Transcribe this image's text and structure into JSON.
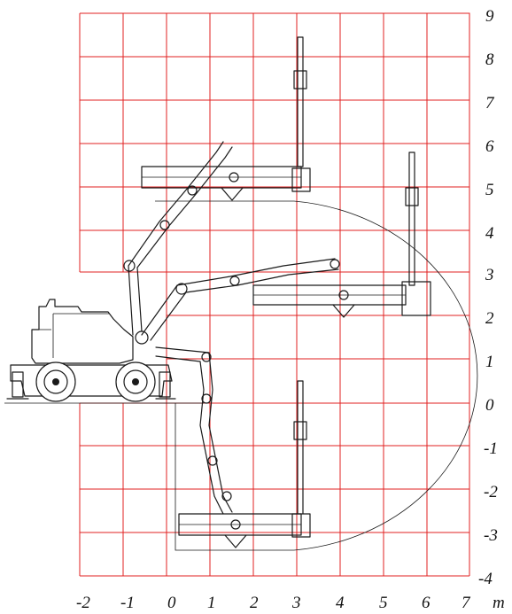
{
  "x_ticks": [
    "-2",
    "-1",
    "0",
    "1",
    "2",
    "3",
    "4",
    "5",
    "6",
    "7"
  ],
  "y_ticks": [
    "9",
    "8",
    "7",
    "6",
    "5",
    "4",
    "3",
    "2",
    "1",
    "0",
    "-1",
    "-2",
    "-3",
    "-4"
  ],
  "unit_label": "m",
  "colors": {
    "grid": "#e02020",
    "ink": "#1a1a1a",
    "background": "#ffffff"
  },
  "icons": [
    "excavator-vehicle-icon",
    "boom-arm-icon",
    "platform-attachment-icon"
  ]
}
